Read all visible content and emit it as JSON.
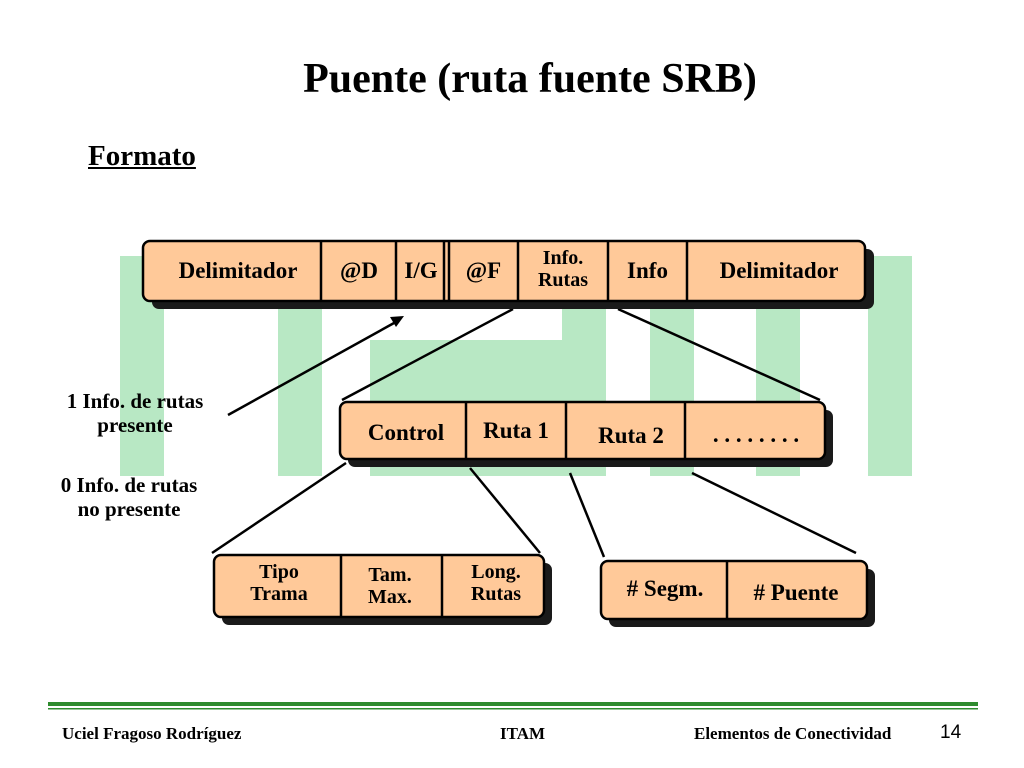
{
  "title": "Puente (ruta fuente SRB)",
  "subtitle": "Formato",
  "frame": {
    "fields": [
      "Delimitador",
      "@D",
      "I/G",
      "@F",
      "Info.\nRutas",
      "Info",
      "Delimitador"
    ]
  },
  "routing": {
    "fields": [
      "Control",
      "Ruta 1",
      "Ruta 2",
      ". . . . . . . ."
    ]
  },
  "control": {
    "fields": [
      "Tipo\nTrama",
      "Tam.\nMax.",
      "Long.\nRutas"
    ]
  },
  "route": {
    "fields": [
      "# Segm.",
      "# Puente"
    ]
  },
  "annotations": {
    "present": "1 Info. de rutas\npresente",
    "absent": "0 Info. de rutas\nno presente"
  },
  "footer": {
    "author": "Uciel Fragoso Rodríguez",
    "institution": "ITAM",
    "course": "Elementos de Conectividad",
    "page": "14"
  },
  "colors": {
    "box_fill": "#FFC999",
    "shadow": "#1a1a1a",
    "watermark": "#B8E8C4",
    "rule_green": "#2E8B2E"
  }
}
